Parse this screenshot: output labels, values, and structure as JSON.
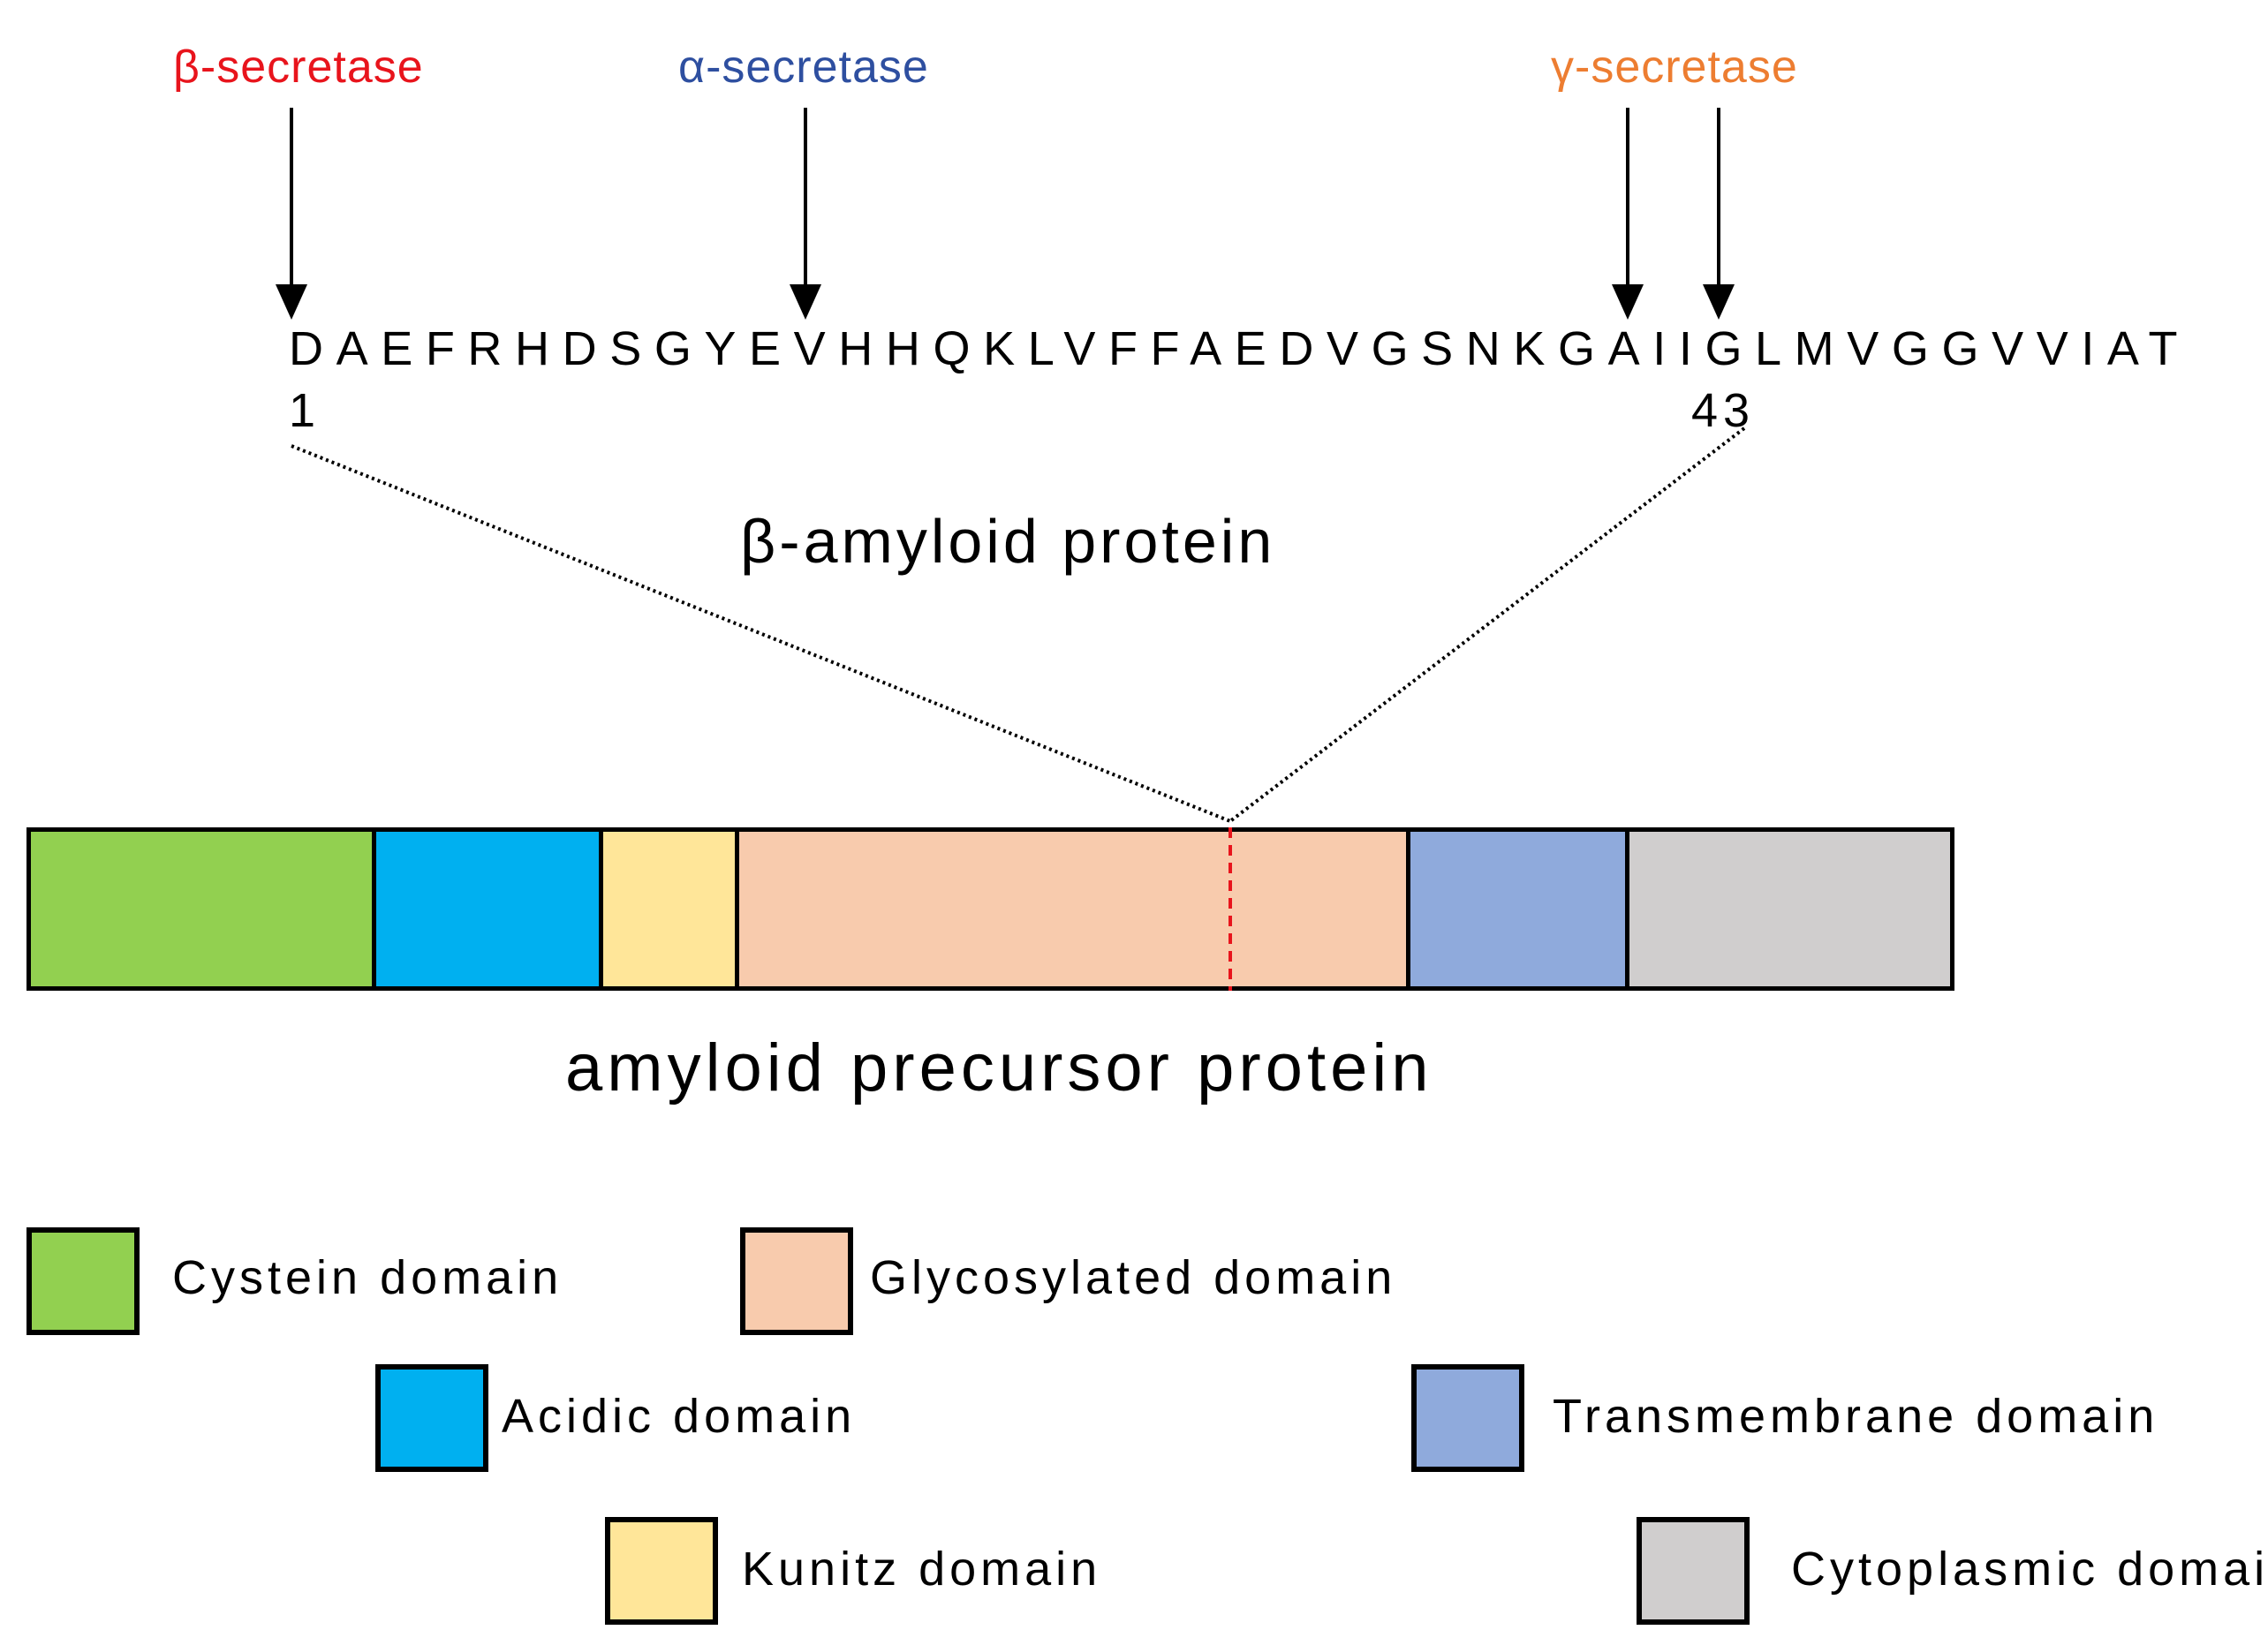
{
  "colors": {
    "beta": "#e8141c",
    "alpha": "#2e4fa0",
    "gamma": "#ed7d31",
    "cutline": "#e8141c",
    "cysteine": "#92d050",
    "acidic": "#00b0f0",
    "kunitz": "#ffe699",
    "glycosylated": "#f8cbad",
    "transmembrane": "#8faadc",
    "cytoplasmic": "#d0cece"
  },
  "enzymes": {
    "beta": "β-secretase",
    "alpha": "α-secretase",
    "gamma": "γ-secretase"
  },
  "sequence": {
    "residues": "DAEFRHDSGYEVHHQKLVFFAEDVGSNKGAIIGLMVGGVVIAT",
    "start_index": "1",
    "end_index": "43",
    "title": "β-amyloid protein"
  },
  "precursor": {
    "title": "amyloid precursor protein",
    "segments": [
      {
        "key": "cysteine",
        "fraction": 0.18
      },
      {
        "key": "acidic",
        "fraction": 0.118
      },
      {
        "key": "kunitz",
        "fraction": 0.071
      },
      {
        "key": "glycosylated",
        "fraction": 0.35
      },
      {
        "key": "transmembrane",
        "fraction": 0.114
      },
      {
        "key": "cytoplasmic",
        "fraction": 0.167
      }
    ]
  },
  "legend": [
    {
      "key": "cysteine",
      "label": "Cystein domain"
    },
    {
      "key": "acidic",
      "label": "Acidic domain"
    },
    {
      "key": "kunitz",
      "label": "Kunitz domain"
    },
    {
      "key": "glycosylated",
      "label": "Glycosylated domain"
    },
    {
      "key": "transmembrane",
      "label": "Transmembrane domain"
    },
    {
      "key": "cytoplasmic",
      "label": "Cytoplasmic domain"
    }
  ]
}
